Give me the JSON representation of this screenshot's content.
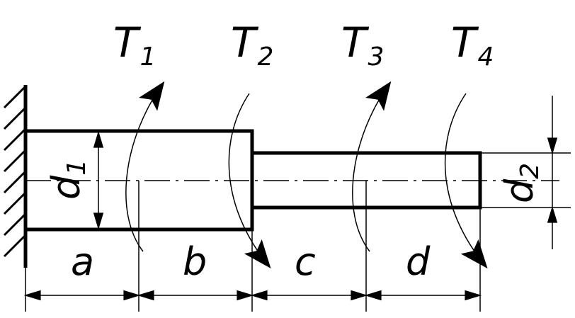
{
  "torques": [
    {
      "symbol": "T",
      "index": "1",
      "direction": "counter-clockwise"
    },
    {
      "symbol": "T",
      "index": "2",
      "direction": "clockwise"
    },
    {
      "symbol": "T",
      "index": "3",
      "direction": "counter-clockwise"
    },
    {
      "symbol": "T",
      "index": "4",
      "direction": "clockwise"
    }
  ],
  "segments": [
    "a",
    "b",
    "c",
    "d"
  ],
  "diameters": [
    {
      "symbol": "d",
      "index": "1"
    },
    {
      "symbol": "d",
      "index": "2"
    }
  ],
  "colors": {
    "line": "#000000",
    "background": "#ffffff"
  }
}
